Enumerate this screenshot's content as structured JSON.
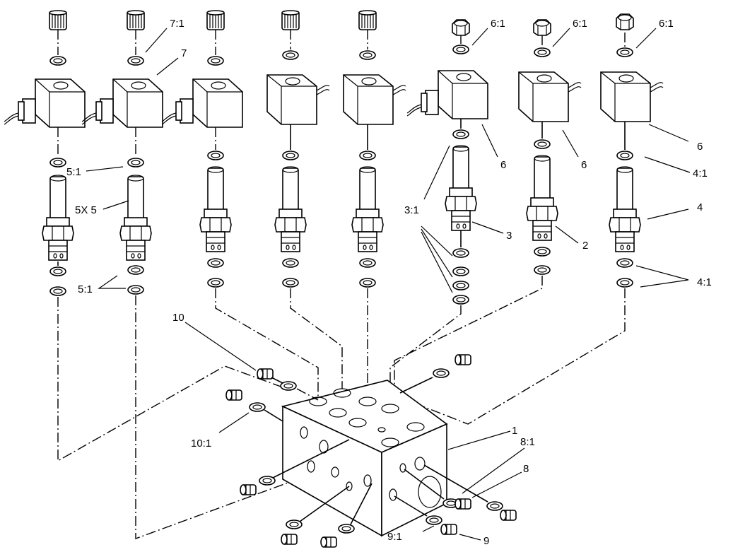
{
  "labels": {
    "l7_1": "7:1",
    "l7": "7",
    "l6_1a": "6:1",
    "l6_1b": "6:1",
    "l6_1c": "6:1",
    "l6a": "6",
    "l6b": "6",
    "l6c": "6",
    "l5_1a": "5:1",
    "l5x5": "5X 5",
    "l5_1b": "5:1",
    "l3_1": "3:1",
    "l3": "3",
    "l2": "2",
    "l4_1a": "4:1",
    "l4": "4",
    "l4_1b": "4:1",
    "l10": "10",
    "l10_1": "10:1",
    "l1": "1",
    "l8_1": "8:1",
    "l8": "8",
    "l9_1": "9:1",
    "l9": "9"
  }
}
